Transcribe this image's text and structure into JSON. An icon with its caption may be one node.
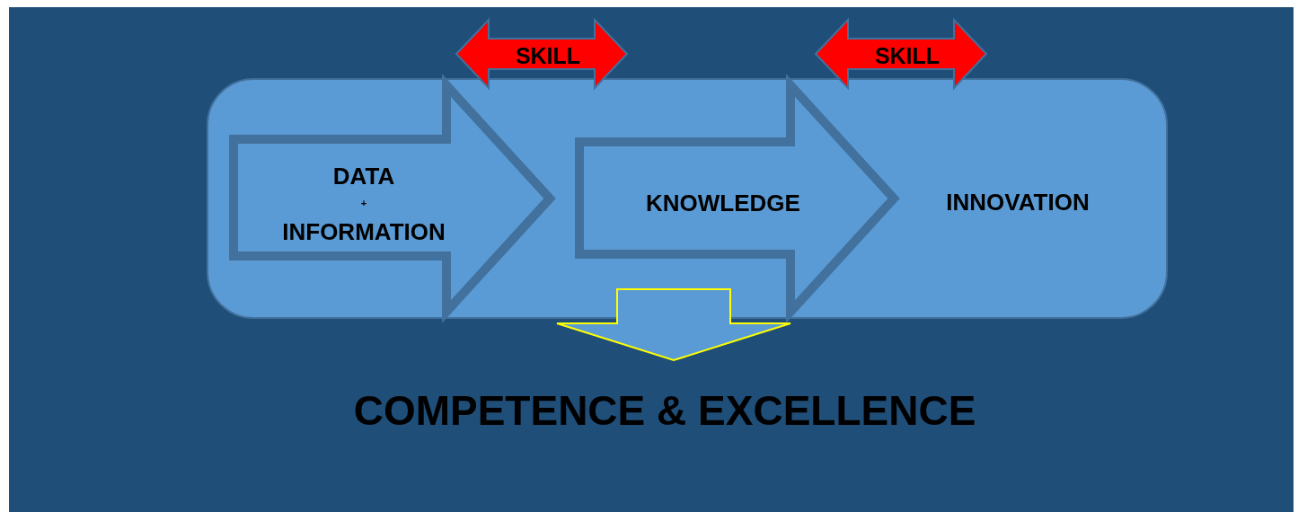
{
  "diagram": {
    "nodes": [
      {
        "text": [],
        "shape": "box"
      },
      {
        "text": [
          "SKILL"
        ]
      },
      {
        "text": [
          "SKILL"
        ]
      },
      {
        "text": [
          "DATA",
          "+",
          "INFORMATION"
        ],
        "in": 0
      },
      {
        "text": [
          "KNOWLEDGE"
        ],
        "in": 0
      },
      {
        "text": [
          "INNOVATION"
        ],
        "in": 0
      },
      {
        "text": [
          "COMPETENCE & EXCELLENCE"
        ]
      }
    ],
    "edges": [
      {
        "from": 0,
        "to": 6,
        "arrow": "to",
        "style": "thick",
        "color": "#ffff00"
      }
    ]
  }
}
